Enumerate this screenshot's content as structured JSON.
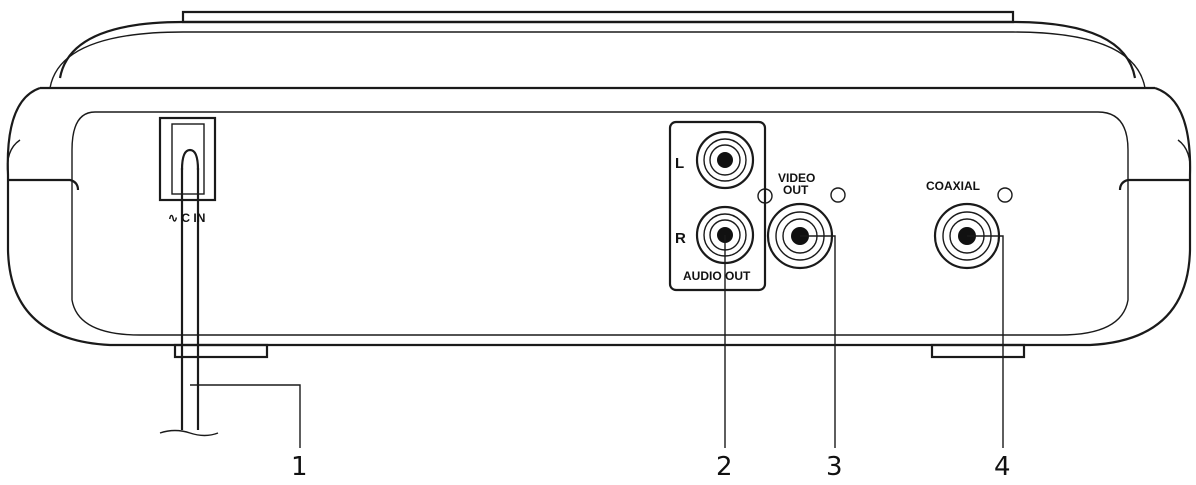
{
  "panel_labels": {
    "ac_in": "∿ C IN",
    "left_channel": "L",
    "right_channel": "R",
    "audio_out": "AUDIO OUT",
    "video_out_line1": "VIDEO",
    "video_out_line2": "OUT",
    "coaxial": "COAXIAL"
  },
  "callouts": [
    "1",
    "2",
    "3",
    "4"
  ]
}
